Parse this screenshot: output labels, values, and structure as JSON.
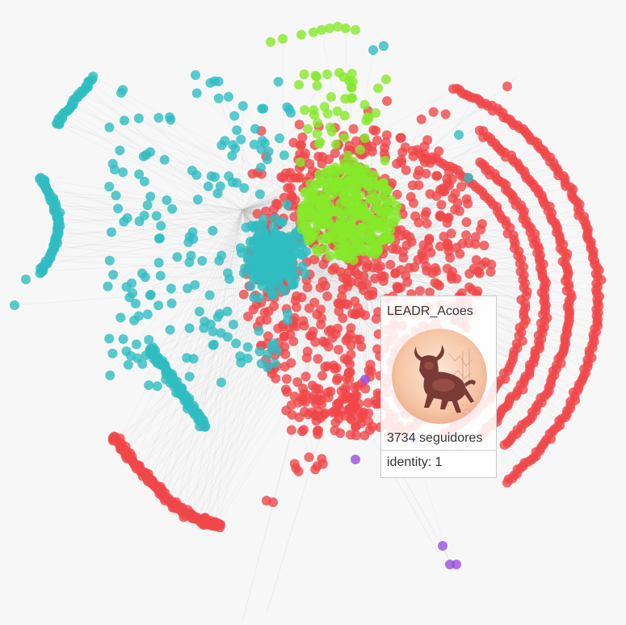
{
  "colors": {
    "background": "#f7f7f7",
    "edge": "#bdbdbd",
    "community_red": "#f0474a",
    "community_teal": "#2fbdc2",
    "community_green": "#86e82a",
    "community_purple": "#9b4fe0"
  },
  "tooltip": {
    "name": "LEADR_Acoes",
    "avatar_icon": "bull-statue-icon",
    "followers_value": "3734",
    "followers_label": "seguidores",
    "identity_label": "identity:",
    "identity_value": "1"
  }
}
